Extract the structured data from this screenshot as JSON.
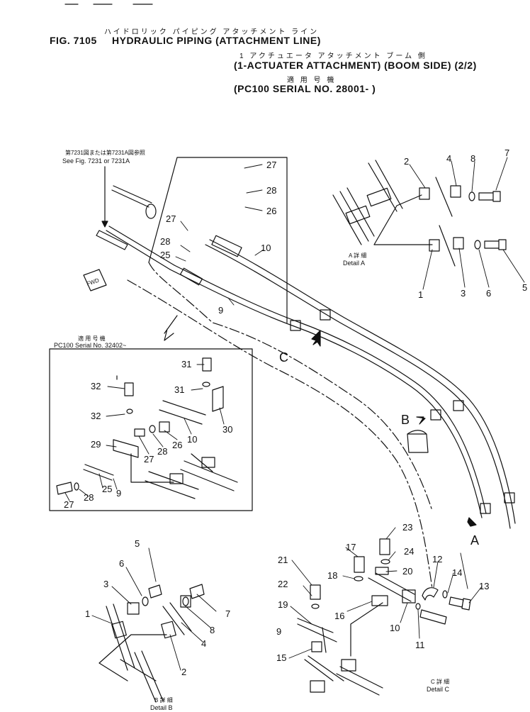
{
  "header": {
    "jp_title": "ハイドロリック パイピング アタッチメント ライン",
    "fig": "FIG. 7105",
    "title": "HYDRAULIC PIPING (ATTACHMENT LINE)",
    "jp_subtitle": "1 アクチュエータ アタッチメント ブーム 側",
    "subtitle": "(1-ACTUATER ATTACHMENT) (BOOM SIDE) (2/2)",
    "jp_applicable": "適 用 号 機",
    "serial": "(PC100 SERIAL NO. 28001- )"
  },
  "notes": {
    "see_fig_jp": "第7231図または第7231A図参照",
    "see_fig": "See Fig. 7231 or 7231A",
    "fwd": "FWD",
    "inset_jp": "適 用 号 機",
    "inset_serial": "PC100 Serial No. 32402~",
    "detail_a_jp": "A 詳 細",
    "detail_a": "Detail A",
    "detail_b_jp": "B 詳 細",
    "detail_b": "Detail B",
    "detail_c_jp": "C 詳 細",
    "detail_c": "Detail C",
    "view_a": "A",
    "view_b": "B",
    "view_c": "C"
  },
  "callouts": {
    "main": [
      "27",
      "28",
      "26",
      "27",
      "28",
      "25",
      "10",
      "9"
    ],
    "detail_a": [
      "2",
      "4",
      "8",
      "7",
      "1",
      "3",
      "6",
      "5"
    ],
    "inset": [
      "31",
      "32",
      "31",
      "32",
      "30",
      "29",
      "26",
      "28",
      "27",
      "10",
      "25",
      "9",
      "27",
      "28"
    ],
    "detail_b": [
      "5",
      "6",
      "3",
      "7",
      "1",
      "8",
      "4",
      "2"
    ],
    "detail_c": [
      "23",
      "17",
      "24",
      "21",
      "18",
      "20",
      "12",
      "14",
      "13",
      "22",
      "16",
      "19",
      "10",
      "9",
      "11",
      "15"
    ]
  }
}
